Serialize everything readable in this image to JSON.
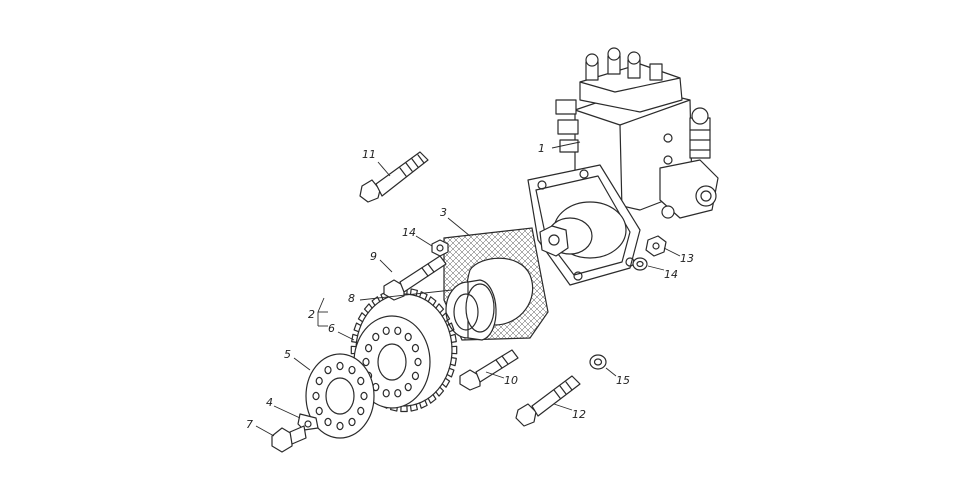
{
  "diagram": {
    "labels": [
      {
        "id": "1",
        "text": "1"
      },
      {
        "id": "2",
        "text": "2"
      },
      {
        "id": "3",
        "text": "3"
      },
      {
        "id": "4",
        "text": "4"
      },
      {
        "id": "5",
        "text": "5"
      },
      {
        "id": "6",
        "text": "6"
      },
      {
        "id": "7",
        "text": "7"
      },
      {
        "id": "8",
        "text": "8"
      },
      {
        "id": "9",
        "text": "9"
      },
      {
        "id": "10",
        "text": "10"
      },
      {
        "id": "11",
        "text": "11"
      },
      {
        "id": "12",
        "text": "12"
      },
      {
        "id": "13",
        "text": "13"
      },
      {
        "id": "14a",
        "text": "14"
      },
      {
        "id": "14b",
        "text": "14"
      },
      {
        "id": "15",
        "text": "15"
      }
    ]
  }
}
